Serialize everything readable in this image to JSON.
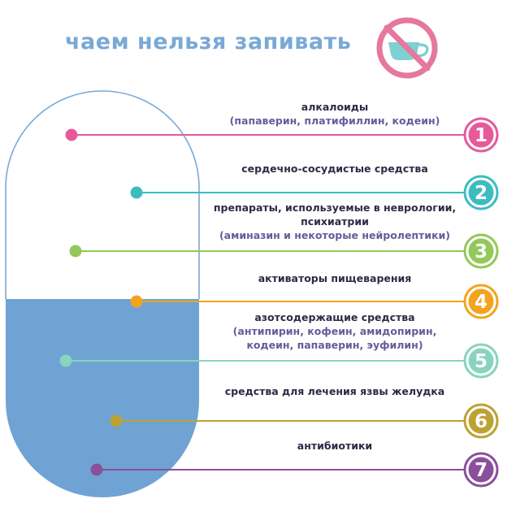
{
  "title": "чаем нельзя запивать",
  "colors": {
    "title": "#7aa9d6",
    "capsule_outline": "#7aa9d6",
    "capsule_fill": "#6fa3d3",
    "no_sign": "#e6779e",
    "cup": "#7fd0d0",
    "label_main": "#2e2a45",
    "label_sub": "#6a5a9a"
  },
  "no_sign_icon": "no-tea-cup-icon",
  "items": [
    {
      "number": "1",
      "color": "#e65a9a",
      "lines": [
        "алкалоиды"
      ],
      "sub": [
        "(папаверин, платифиллин, кодеин)"
      ]
    },
    {
      "number": "2",
      "color": "#3dbcc0",
      "lines": [
        "сердечно-сосудистые средства"
      ],
      "sub": []
    },
    {
      "number": "3",
      "color": "#93c85a",
      "lines": [
        "препараты, используемые в неврологии,",
        "психиатрии"
      ],
      "sub": [
        "(аминазин и некоторые нейролептики)"
      ]
    },
    {
      "number": "4",
      "color": "#f2a51c",
      "lines": [
        "активаторы пищеварения"
      ],
      "sub": []
    },
    {
      "number": "5",
      "color": "#88d4bf",
      "lines": [
        "азотсодержащие средства"
      ],
      "sub": [
        "(антипирин, кофеин, амидопирин,",
        "кодеин, папаверин, эуфилин)"
      ]
    },
    {
      "number": "6",
      "color": "#bba233",
      "lines": [
        "средства для лечения язвы желудка"
      ],
      "sub": []
    },
    {
      "number": "7",
      "color": "#8c4f9a",
      "lines": [
        "антибиотики"
      ],
      "sub": []
    }
  ]
}
